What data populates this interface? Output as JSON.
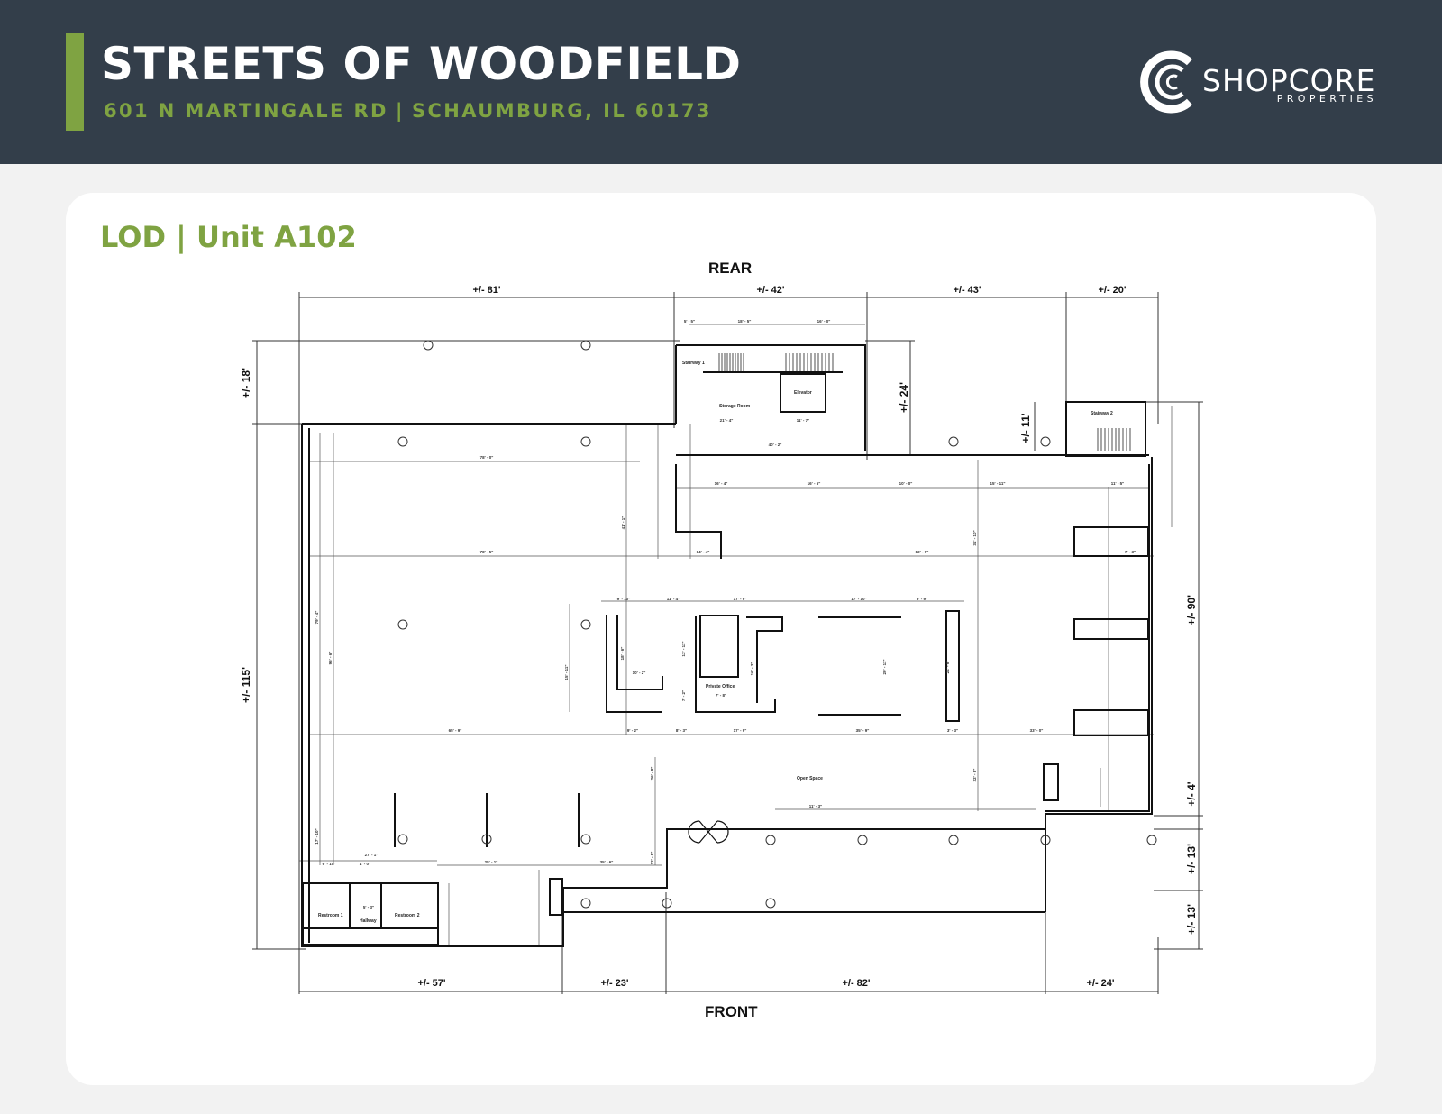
{
  "header": {
    "title": "STREETS OF WOODFIELD",
    "address_street": "601 N MARTINGALE RD",
    "address_separator": "|",
    "address_city": "SCHAUMBURG, IL 60173",
    "logo_name": "SHOPCORE",
    "logo_sub": "PROPERTIES"
  },
  "section": {
    "title": "LOD | Unit A102"
  },
  "plan": {
    "rear_label": "REAR",
    "front_label": "FRONT",
    "top_dims": [
      "+/- 81'",
      "+/- 42'",
      "+/- 43'",
      "+/- 20'"
    ],
    "bottom_dims": [
      "+/- 57'",
      "+/- 23'",
      "+/- 82'",
      "+/- 24'"
    ],
    "left_dims": [
      "+/- 18'",
      "+/- 115'"
    ],
    "right_dims": [
      "+/- 24'",
      "+/- 11'",
      "+/- 90'",
      "+/- 4'",
      "+/- 13'",
      "+/- 13'"
    ],
    "rooms": {
      "stairway_1": "Stairway 1",
      "storage_room": "Storage Room",
      "elevator": "Elevator",
      "stairway_2": "Stairway 2",
      "private_office": "Private Office",
      "open_space": "Open Space",
      "restroom_1": "Restroom 1",
      "hallway": "Hallway",
      "restroom_2": "Restroom 2"
    },
    "inner_dims": {
      "d01": "78' - 0\"",
      "d02": "78' - 5\"",
      "d03": "65' - 9\"",
      "d04": "82' - 9\"",
      "d05": "41' - 1\"",
      "d06": "79' - 4\"",
      "d07": "96' - 6\"",
      "d08": "31' - 10\"",
      "d09": "16' - 4\"",
      "d10": "16' - 5\"",
      "d11": "10' - 0\"",
      "d12": "15' - 11\"",
      "d13": "11' - 5\"",
      "d14": "14' - 4\"",
      "d15": "7' - 3\"",
      "d16": "33' - 0\"",
      "d17": "17' - 9\"",
      "d18": "35' - 9\"",
      "d19": "8' - 3\"",
      "d20": "11' - 3\"",
      "d21": "27' - 1\"",
      "d22": "25' - 1\"",
      "d23": "35' - 6\"",
      "d24": "12' - 8\"",
      "d25": "26' - 8\"",
      "d26": "22' - 3\"",
      "d27": "5' - 5\"",
      "d28": "18' - 5\"",
      "d29": "16' - 0\"",
      "d30": "21' - 4\"",
      "d31": "11' - 7\"",
      "d32": "40' - 2\"",
      "d33": "10' - 2\"",
      "d34": "9' - 2\"",
      "d35": "17' - 10\"",
      "d36": "9' - 10\"",
      "d37": "11' - 4\"",
      "d38": "17' - 9\"",
      "d39": "9' - 9\"",
      "d40": "3' - 3\"",
      "d41": "24' - 6\"",
      "d42": "20' - 11\"",
      "d43": "13' - 11\"",
      "d44": "16' - 3\"",
      "d45": "7' - 8\"",
      "d46": "7' - 2\"",
      "d47": "15' - 11\"",
      "d48": "18' - 6\"",
      "d49": "17' - 10\"",
      "d50": "6' - 10\"",
      "d51": "4' - 0\"",
      "d52": "5' - 3\""
    }
  }
}
